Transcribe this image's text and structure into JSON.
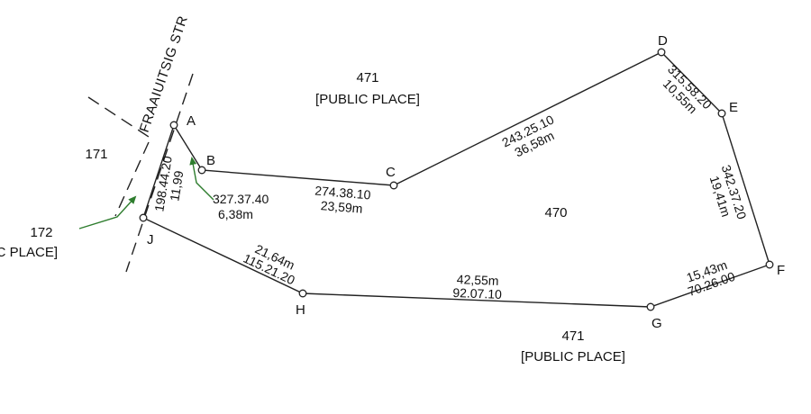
{
  "colors": {
    "line": "#222222",
    "arrow": "#2e7d2e",
    "text": "#111111"
  },
  "street_name": "FRAAIUITSIG STR",
  "parcels": [
    {
      "number": "470",
      "name": ""
    },
    {
      "number": "471",
      "name": "[PUBLIC PLACE]"
    },
    {
      "number": "471",
      "name": "[PUBLIC PLACE]"
    },
    {
      "number": "171",
      "name": ""
    },
    {
      "number": "172",
      "name": "PUBLIC PLACE]"
    }
  ],
  "beacons": [
    "A",
    "B",
    "C",
    "D",
    "E",
    "F",
    "G",
    "H",
    "J"
  ],
  "bearings": [
    {
      "bearing": "327.37.40",
      "distance": "6,38m"
    },
    {
      "bearing": "274.38.10",
      "distance": "23,59m"
    },
    {
      "bearing": "243.25.10",
      "distance": "36,58m"
    },
    {
      "bearing": "315.58.20",
      "distance": "10,55m"
    },
    {
      "bearing": "342.37.20",
      "distance": "19,41m"
    },
    {
      "bearing": "70.26.00",
      "distance": "15,43m"
    },
    {
      "bearing": "92.07.10",
      "distance": "42,55m"
    },
    {
      "bearing": "115.21.20",
      "distance": "21,64m"
    },
    {
      "bearing": "198.44.20",
      "distance": "11,99"
    }
  ]
}
